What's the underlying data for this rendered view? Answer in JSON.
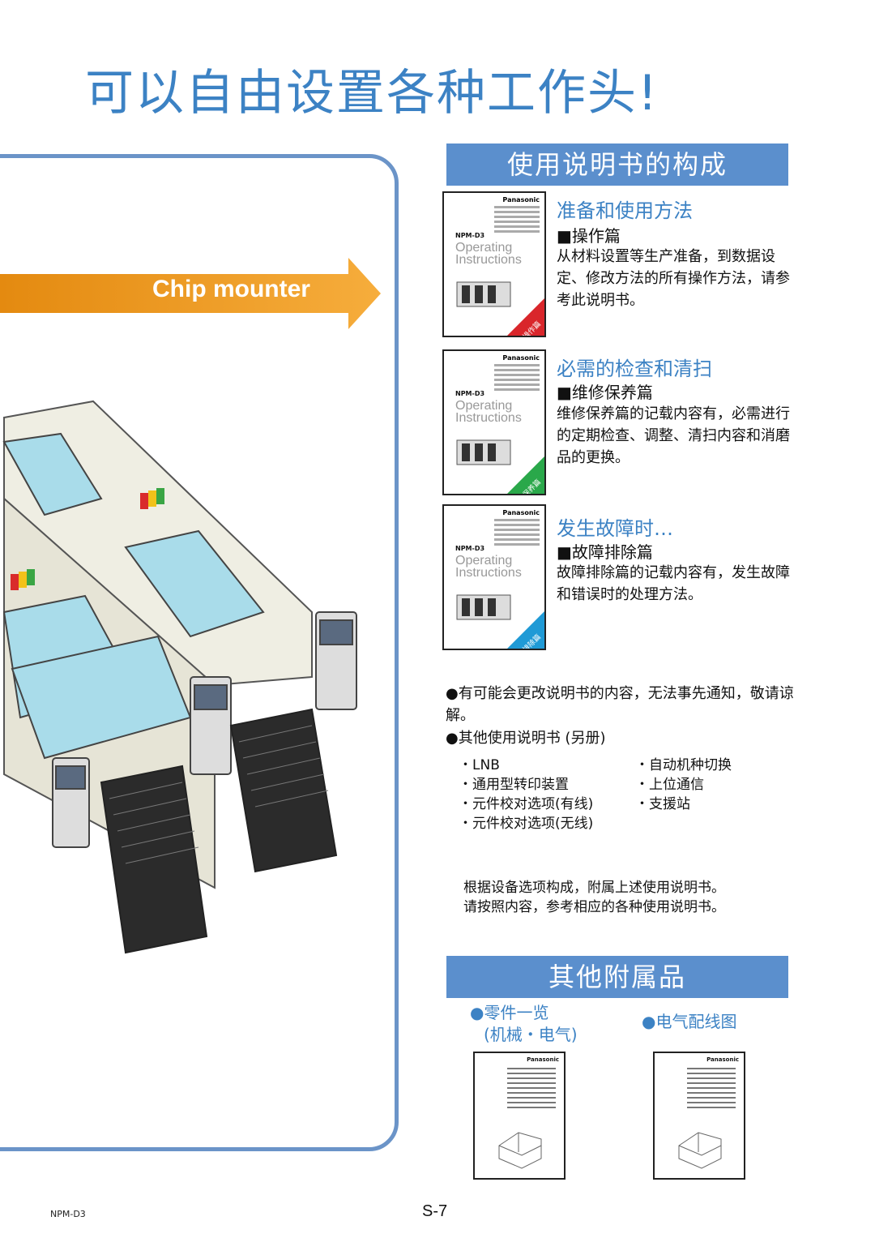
{
  "title": "可以自由设置各种工作头!",
  "arrow_label": "Chip mounter",
  "manual_section": {
    "header": "使用说明书的构成",
    "items": [
      {
        "title": "准备和使用方法",
        "subtitle": "■操作篇",
        "body": "从材料设置等生产准备，到数据设定、修改方法的所有操作方法，请参考此说明书。",
        "tab_color": "#d9262b",
        "tab_label": "操作篇"
      },
      {
        "title": "必需的检查和清扫",
        "subtitle": "■维修保养篇",
        "body": "维修保养篇的记载内容有，必需进行的定期检查、调整、清扫内容和消磨品的更换。",
        "tab_color": "#2aa84a",
        "tab_label": "维修保养篇"
      },
      {
        "title": "发生故障时…",
        "subtitle": "■故障排除篇",
        "body": "故障排除篇的记载内容有，发生故障和错误时的处理方法。",
        "tab_color": "#1f9ad6",
        "tab_label": "故障排除篇"
      }
    ],
    "cover": {
      "brand": "Panasonic",
      "model": "NPM-D3",
      "heading_line1": "Operating",
      "heading_line2": "Instructions"
    }
  },
  "notes": {
    "note1": "●有可能会更改说明书的内容，无法事先通知，敬请谅解。",
    "note2": "●其他使用说明书 (另册)",
    "list_left": [
      "・LNB",
      "・通用型转印装置",
      "・元件校对选项(有线)",
      "・元件校对选项(无线)"
    ],
    "list_right": [
      "・自动机种切换",
      "・上位通信",
      "・支援站"
    ],
    "closing_line1": "根据设备选项构成，附属上述使用说明书。",
    "closing_line2": "请按照内容，参考相应的各种使用说明书。"
  },
  "accessories": {
    "header": "其他附属品",
    "item1_line1": "●零件一览",
    "item1_line2": "(机械・电气)",
    "item2": "●电气配线图",
    "doc_brand": "Panasonic"
  },
  "footer": {
    "left": "NPM-D3",
    "page": "S-7"
  }
}
